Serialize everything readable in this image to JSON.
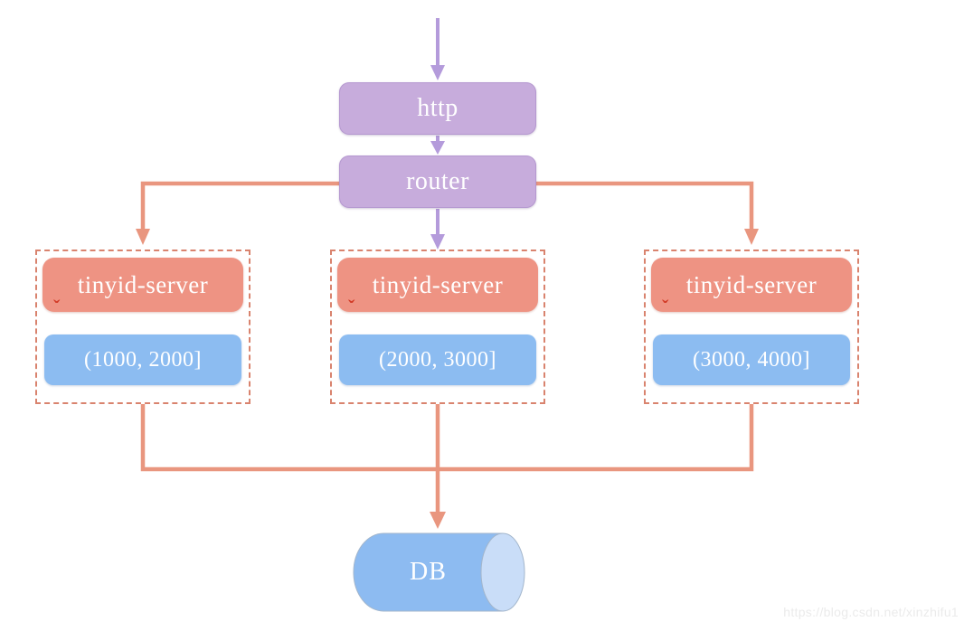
{
  "diagram": {
    "nodes": {
      "http": "http",
      "router": "router"
    },
    "servers": [
      {
        "name": "tinyid-server",
        "range": "(1000, 2000]"
      },
      {
        "name": "tinyid-server",
        "range": "(2000, 3000]"
      },
      {
        "name": "tinyid-server",
        "range": "(3000, 4000]"
      }
    ],
    "database": {
      "label": "DB"
    },
    "spellcheck_mark": "ˇ",
    "colors": {
      "node_purple": "#c7acdc",
      "node_salmon": "#ee9383",
      "node_blue": "#8cbcf1",
      "arrow_purple": "#b49bdb",
      "arrow_salmon": "#e9967f",
      "dashed_border": "#d9836e",
      "db_body": "#8dbbf1",
      "db_cap": "#c9ddf8"
    },
    "watermark": "https://blog.csdn.net/xinzhifu1"
  }
}
